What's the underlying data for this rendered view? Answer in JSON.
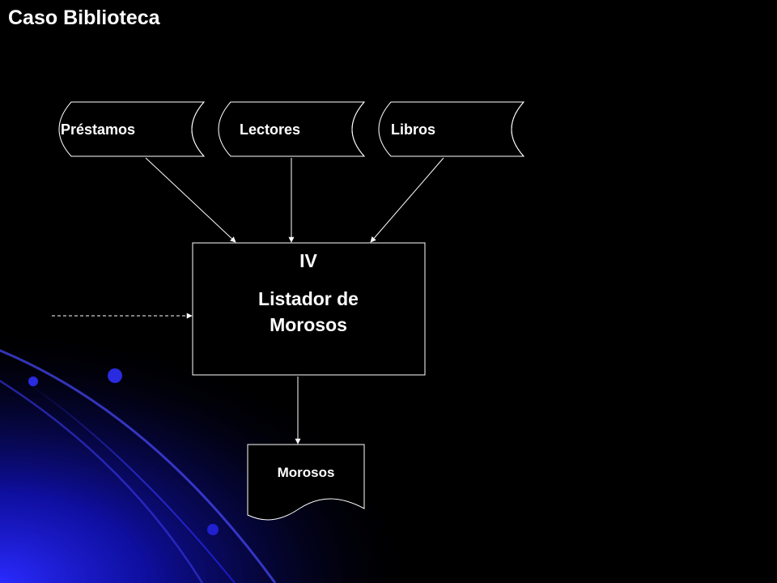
{
  "slide": {
    "title": "Caso Biblioteca",
    "colors": {
      "background": "#000000",
      "text": "#ffffff",
      "lines": "#ffffff",
      "accent": "#1a1aff"
    }
  },
  "diagram": {
    "files": [
      {
        "id": "prestamos",
        "label": "Préstamos",
        "kind": "stored-data-file"
      },
      {
        "id": "lectores",
        "label": "Lectores",
        "kind": "stored-data-file"
      },
      {
        "id": "libros",
        "label": "Libros",
        "kind": "stored-data-file"
      }
    ],
    "process": {
      "number": "IV",
      "line1": "Listador de",
      "line2": "Morosos"
    },
    "output_document": {
      "label": "Morosos"
    },
    "flows": [
      {
        "from": "prestamos",
        "to": "process",
        "style": "solid"
      },
      {
        "from": "lectores",
        "to": "process",
        "style": "solid"
      },
      {
        "from": "libros",
        "to": "process",
        "style": "solid"
      },
      {
        "from": "external",
        "to": "process",
        "style": "dashed"
      },
      {
        "from": "process",
        "to": "output_document",
        "style": "solid"
      }
    ]
  }
}
